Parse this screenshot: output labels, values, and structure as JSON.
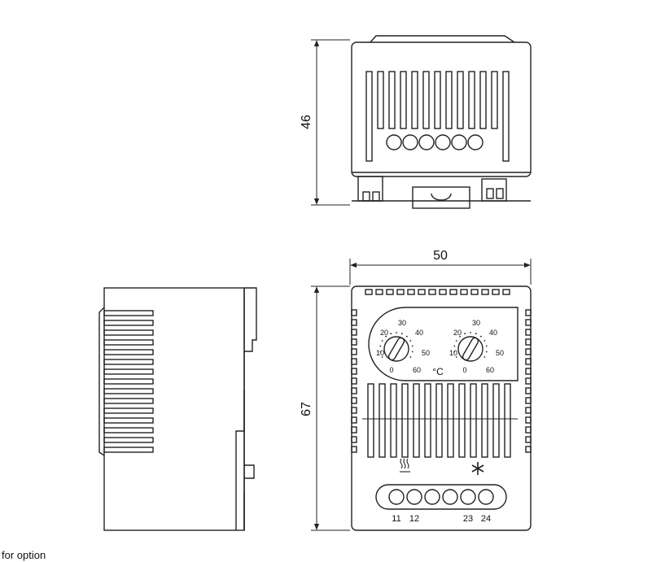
{
  "dimensions": {
    "top_height": "46",
    "front_width": "50",
    "front_height": "67"
  },
  "dial_left": {
    "scale": [
      "0",
      "10",
      "20",
      "30",
      "40",
      "50",
      "60"
    ]
  },
  "dial_right": {
    "scale": [
      "0",
      "10",
      "20",
      "30",
      "40",
      "50",
      "60"
    ]
  },
  "unit_label": "°C",
  "symbols": {
    "heating": "heater-symbol",
    "cooling": "fan-symbol"
  },
  "terminals": {
    "left": [
      "11",
      "12"
    ],
    "right": [
      "23",
      "24"
    ]
  },
  "caption": "for option"
}
